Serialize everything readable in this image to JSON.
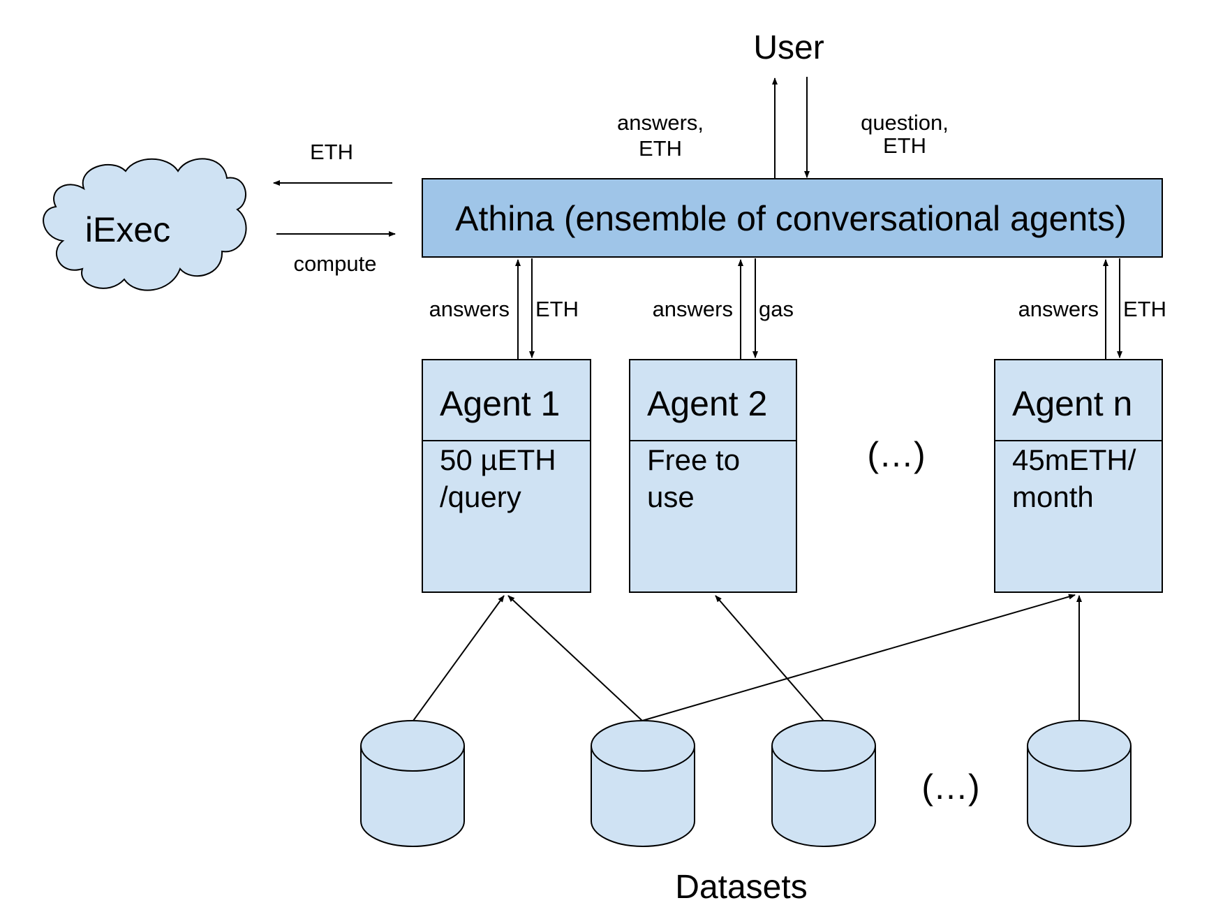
{
  "colors": {
    "athina_fill": "#9fc5e8",
    "agent_fill": "#cfe2f3",
    "dataset_fill": "#cfe2f3",
    "cloud_fill": "#cfe2f3",
    "stroke": "#000000"
  },
  "user": {
    "label": "User"
  },
  "user_flows": {
    "out_label_line1": "answers,",
    "out_label_line2": "ETH",
    "in_label_line1": "question,",
    "in_label_line2": "ETH"
  },
  "athina": {
    "label": "Athina (ensemble of conversational agents)"
  },
  "iexec": {
    "label": "iExec",
    "icon": "cloud-icon",
    "eth_label": "ETH",
    "compute_label": "compute"
  },
  "agents": [
    {
      "name": "Agent 1",
      "price_line1": "50 µETH",
      "price_line2": "/query",
      "up_label": "answers",
      "down_label": "ETH"
    },
    {
      "name": "Agent 2",
      "price_line1": "Free to",
      "price_line2": "use",
      "up_label": "answers",
      "down_label": "gas"
    },
    {
      "name": "Agent n",
      "price_line1": "45mETH/",
      "price_line2": "month",
      "up_label": "answers",
      "down_label": "ETH"
    }
  ],
  "agents_ellipsis": "(…)",
  "datasets": {
    "label": "Datasets",
    "ellipsis": "(…)",
    "icon": "database-icon",
    "count": 4
  }
}
